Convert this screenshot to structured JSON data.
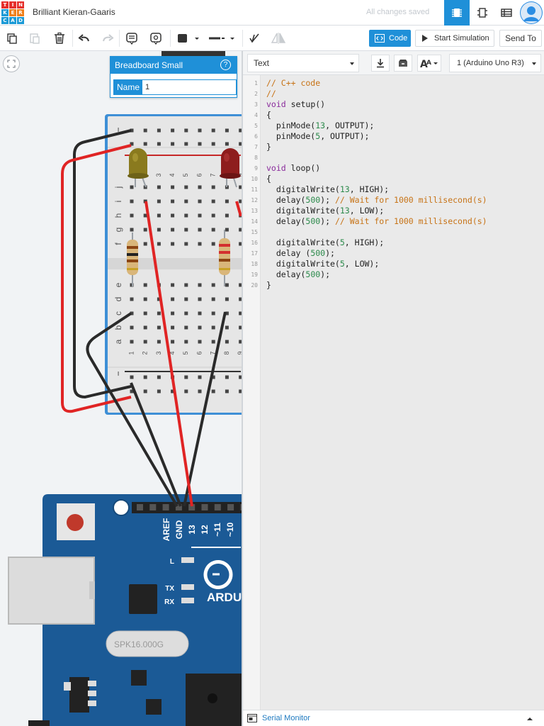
{
  "header": {
    "logo_letters": [
      "T",
      "I",
      "N",
      "K",
      "E",
      "R",
      "C",
      "A",
      "D"
    ],
    "logo_colors": [
      "#e52f2b",
      "#e52f2b",
      "#e52f2b",
      "#1c9ad6",
      "#ef7f1a",
      "#ef7f1a",
      "#1c9ad6",
      "#1c9ad6",
      "#1c9ad6"
    ],
    "project_title": "Brilliant Kieran-Gaaris",
    "save_status": "All changes saved",
    "accent_color": "#1f90d8"
  },
  "toolbar": {
    "tools": [
      "copy-icon",
      "paste-icon",
      "delete-icon",
      "undo-icon",
      "redo-icon",
      "notes-icon",
      "annotation-icon",
      "color-icon",
      "line-style-icon",
      "flip-icon",
      "mirror-icon"
    ],
    "code_label": "Code",
    "simulate_label": "Start Simulation",
    "send_label": "Send To"
  },
  "inspector": {
    "title": "Breadboard Small",
    "help": "?",
    "name_label": "Name",
    "name_value": "1"
  },
  "circuit": {
    "breadboard_rows_top": [
      "j",
      "i",
      "h",
      "g",
      "f"
    ],
    "breadboard_rows_bottom": [
      "e",
      "d",
      "c",
      "b",
      "a"
    ],
    "column_numbers": [
      "1",
      "2",
      "3",
      "4",
      "5",
      "6",
      "7",
      "8",
      "9"
    ],
    "rail_minus": "−",
    "arduino_pin_labels": [
      "AREF",
      "GND",
      "13",
      "12",
      "~11",
      "~10"
    ],
    "arduino_labels": [
      "L",
      "TX",
      "RX"
    ],
    "arduino_brand": "ARDU",
    "crystal_label": "SPK16.000G"
  },
  "code_panel": {
    "mode": "Text",
    "device": "1 (Arduino Uno R3)",
    "serial_monitor": "Serial Monitor",
    "lines": [
      {
        "n": "1",
        "segs": [
          {
            "t": "// C++ code",
            "c": "com"
          }
        ]
      },
      {
        "n": "2",
        "segs": [
          {
            "t": "//",
            "c": "com"
          }
        ]
      },
      {
        "n": "3",
        "segs": [
          {
            "t": "void",
            "c": "kw"
          },
          {
            "t": " setup()",
            "c": ""
          }
        ]
      },
      {
        "n": "4",
        "segs": [
          {
            "t": "{",
            "c": ""
          }
        ]
      },
      {
        "n": "5",
        "segs": [
          {
            "t": "  pinMode(",
            "c": ""
          },
          {
            "t": "13",
            "c": "num"
          },
          {
            "t": ", OUTPUT);",
            "c": ""
          }
        ]
      },
      {
        "n": "6",
        "segs": [
          {
            "t": "  pinMode(",
            "c": ""
          },
          {
            "t": "5",
            "c": "num"
          },
          {
            "t": ", OUTPUT);",
            "c": ""
          }
        ]
      },
      {
        "n": "7",
        "segs": [
          {
            "t": "}",
            "c": ""
          }
        ]
      },
      {
        "n": "8",
        "segs": []
      },
      {
        "n": "9",
        "segs": [
          {
            "t": "void",
            "c": "kw"
          },
          {
            "t": " loop()",
            "c": ""
          }
        ]
      },
      {
        "n": "10",
        "segs": [
          {
            "t": "{",
            "c": ""
          }
        ]
      },
      {
        "n": "11",
        "segs": [
          {
            "t": "  digitalWrite(",
            "c": ""
          },
          {
            "t": "13",
            "c": "num"
          },
          {
            "t": ", HIGH);",
            "c": ""
          }
        ]
      },
      {
        "n": "12",
        "segs": [
          {
            "t": "  delay(",
            "c": ""
          },
          {
            "t": "500",
            "c": "num"
          },
          {
            "t": "); ",
            "c": ""
          },
          {
            "t": "// Wait for 1000 millisecond(s)",
            "c": "com"
          }
        ]
      },
      {
        "n": "13",
        "segs": [
          {
            "t": "  digitalWrite(",
            "c": ""
          },
          {
            "t": "13",
            "c": "num"
          },
          {
            "t": ", LOW);",
            "c": ""
          }
        ]
      },
      {
        "n": "14",
        "segs": [
          {
            "t": "  delay(",
            "c": ""
          },
          {
            "t": "500",
            "c": "num"
          },
          {
            "t": "); ",
            "c": ""
          },
          {
            "t": "// Wait for 1000 millisecond(s)",
            "c": "com"
          }
        ]
      },
      {
        "n": "15",
        "segs": []
      },
      {
        "n": "16",
        "segs": [
          {
            "t": "  digitalWrite(",
            "c": ""
          },
          {
            "t": "5",
            "c": "num"
          },
          {
            "t": ", HIGH);",
            "c": ""
          }
        ]
      },
      {
        "n": "17",
        "segs": [
          {
            "t": "  delay (",
            "c": ""
          },
          {
            "t": "500",
            "c": "num"
          },
          {
            "t": ");",
            "c": ""
          }
        ]
      },
      {
        "n": "18",
        "segs": [
          {
            "t": "  digitalWrite(",
            "c": ""
          },
          {
            "t": "5",
            "c": "num"
          },
          {
            "t": ", LOW);",
            "c": ""
          }
        ]
      },
      {
        "n": "19",
        "segs": [
          {
            "t": "  delay(",
            "c": ""
          },
          {
            "t": "500",
            "c": "num"
          },
          {
            "t": ");",
            "c": ""
          }
        ]
      },
      {
        "n": "20",
        "segs": [
          {
            "t": "}",
            "c": ""
          }
        ]
      }
    ]
  }
}
